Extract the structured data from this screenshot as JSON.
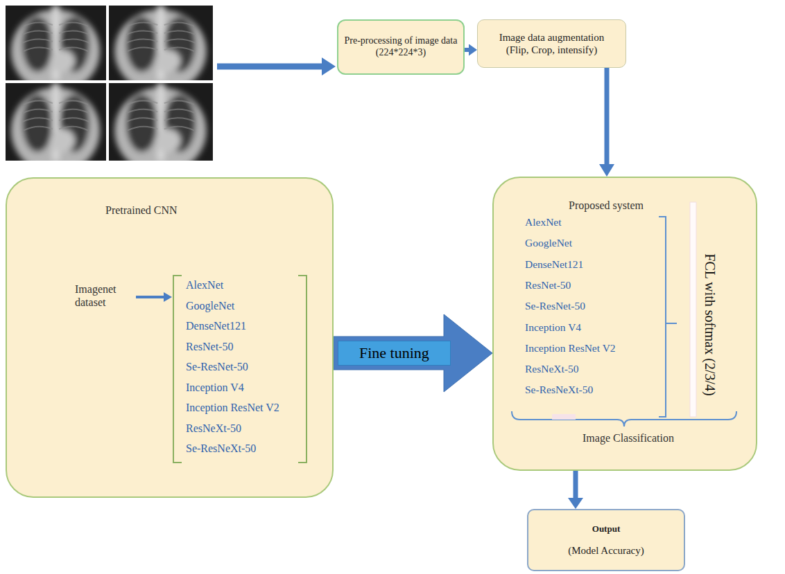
{
  "diagram": {
    "nodes": [
      {
        "text": [
          "Pre-processing of image data (224*224*3)"
        ]
      },
      {
        "text": [
          "Image data augmentation (Flip, Crop, intensify)"
        ]
      },
      {
        "text": [
          "Pretrained CNN",
          "Imagenet dataset",
          "AlexNet",
          "GoogleNet",
          "DenseNet121",
          "ResNet-50",
          "Se-ResNet-50",
          "Inception V4",
          "Inception ResNet V2",
          "ResNeXt-50",
          "Se-ResNeXt-50"
        ]
      },
      {
        "text": [
          "Proposed system",
          "AlexNet",
          "GoogleNet",
          "DenseNet121",
          "ResNet-50",
          "Se-ResNet-50",
          "Inception V4",
          "Inception ResNet V2",
          "ResNeXt-50",
          "Se-ResNeXt-50",
          "FCL with softmax (2/3/4)",
          "Image Classification"
        ]
      },
      {
        "text": [
          "Output",
          "(Model Accuracy)"
        ]
      }
    ],
    "edges": [
      {
        "from": 0,
        "to": 1,
        "arrow": "to"
      },
      {
        "from": 1,
        "to": 3,
        "arrow": "to"
      },
      {
        "from": 2,
        "to": 3,
        "label": "Fine tuning",
        "arrow": "to"
      },
      {
        "from": 3,
        "to": 4,
        "arrow": "to"
      }
    ]
  }
}
